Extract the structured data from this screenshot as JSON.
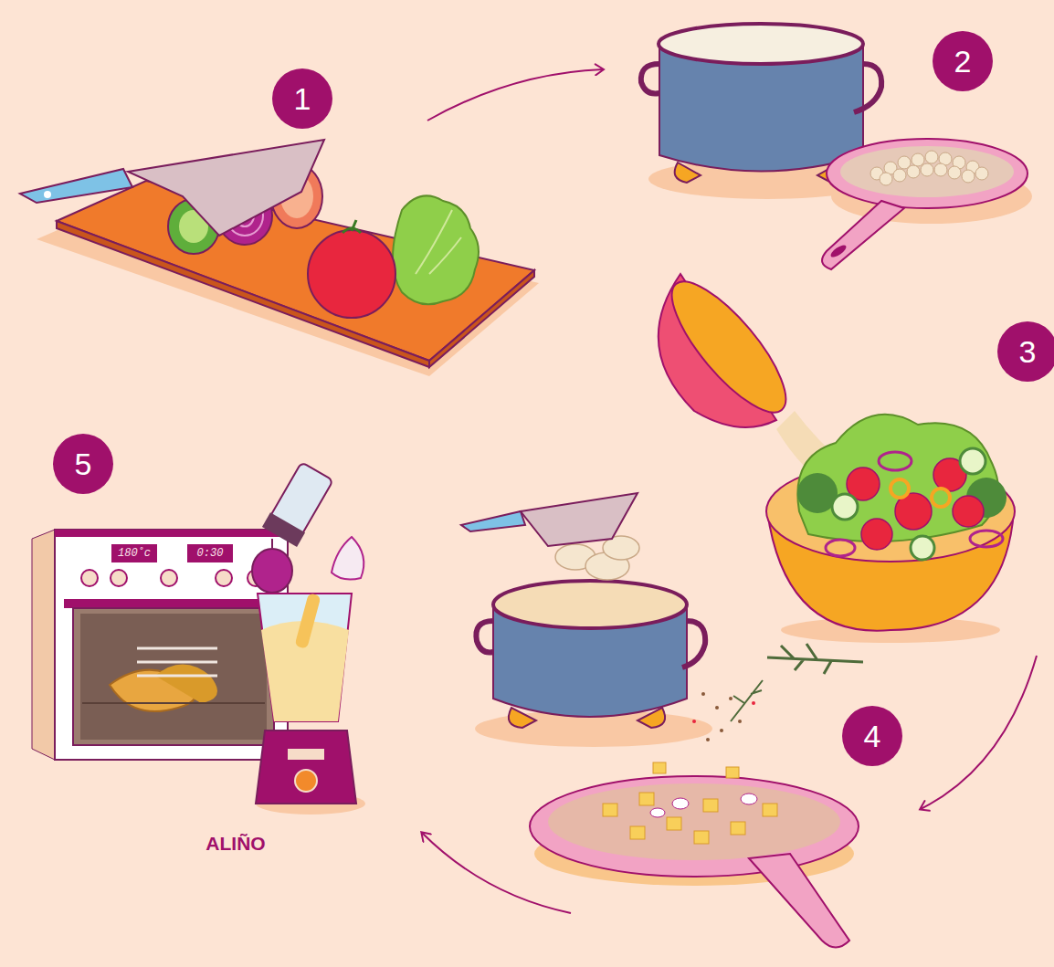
{
  "diagram": {
    "labels": [
      "1",
      "2",
      "3",
      "4",
      "5",
      "ALIÑO",
      "180˚c",
      "0:30"
    ]
  }
}
